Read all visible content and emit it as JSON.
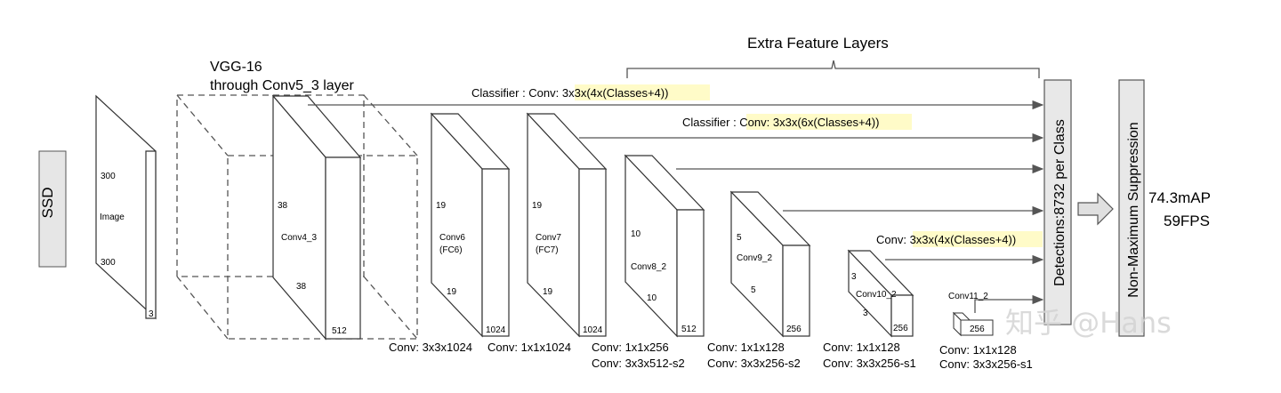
{
  "ssd_label": "SSD",
  "vgg": {
    "line1": "VGG-16",
    "line2": "through Conv5_3 layer"
  },
  "extra_layers_title": "Extra Feature Layers",
  "classifiers": {
    "c1_prefix": "Classifier : Conv: ",
    "c1_highlight": "3x3x(4x(Classes+4))",
    "c2_prefix": "Classifier : ",
    "c2_highlight": "Conv: 3x3x(6x(Classes+4))",
    "c3_prefix": "Conv: ",
    "c3_highlight": "3x3x(4x(Classes+4))"
  },
  "image_block": {
    "top": "300",
    "name": "Image",
    "bottom": "300",
    "depth": "3"
  },
  "conv4_3": {
    "side": "38",
    "name": "Conv4_3",
    "bottom": "38",
    "depth": "512"
  },
  "conv6": {
    "side": "19",
    "name1": "Conv6",
    "name2": "(FC6)",
    "bottom": "19",
    "depth": "1024",
    "op": "Conv: 3x3x1024"
  },
  "conv7": {
    "side": "19",
    "name1": "Conv7",
    "name2": "(FC7)",
    "bottom": "19",
    "depth": "1024",
    "op": "Conv: 1x1x1024"
  },
  "conv8_2": {
    "side": "10",
    "name": "Conv8_2",
    "bottom": "10",
    "depth": "512",
    "op1": "Conv: 1x1x256",
    "op2": "Conv:  3x3x512-s2"
  },
  "conv9_2": {
    "side": "5",
    "name": "Conv9_2",
    "bottom": "5",
    "depth": "256",
    "op1": "Conv: 1x1x128",
    "op2": "Conv: 3x3x256-s2"
  },
  "conv10_2": {
    "side": "3",
    "name": "Conv10_2",
    "bottom": "3",
    "depth": "256",
    "op1": "Conv: 1x1x128",
    "op2": "Conv: 3x3x256-s1"
  },
  "conv11_2": {
    "name": "Conv11_2",
    "depth": "256",
    "op1": "Conv: 1x1x128",
    "op2": "Conv: 3x3x256-s1"
  },
  "detections_label": "Detections:8732  per Class",
  "nms_label": "Non-Maximum Suppression",
  "results": {
    "map": "74.3mAP",
    "fps": "59FPS"
  },
  "watermark": "知乎 @Hans"
}
